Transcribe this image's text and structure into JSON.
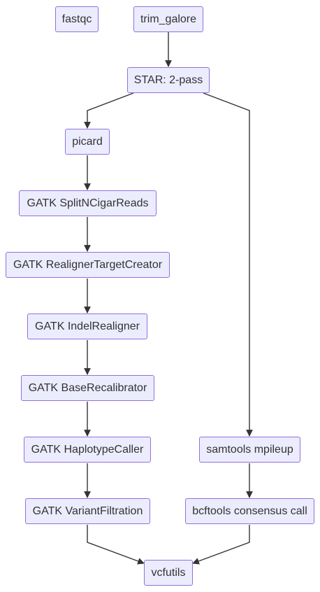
{
  "nodes": {
    "fastqc": "fastqc",
    "trim_galore": "trim_galore",
    "star": "STAR: 2-pass",
    "picard": "picard",
    "split": "GATK SplitNCigarReads",
    "realigner_target": "GATK RealignerTargetCreator",
    "indel": "GATK IndelRealigner",
    "base": "GATK BaseRecalibrator",
    "haplotype": "GATK HaplotypeCaller",
    "variant_filtration": "GATK VariantFiltration",
    "mpileup": "samtools mpileup",
    "bcftools": "bcftools consensus call",
    "vcfutils": "vcfutils"
  },
  "colors": {
    "node_fill": "#ececff",
    "node_border": "#9370db",
    "edge": "#333333",
    "text": "#333333"
  }
}
